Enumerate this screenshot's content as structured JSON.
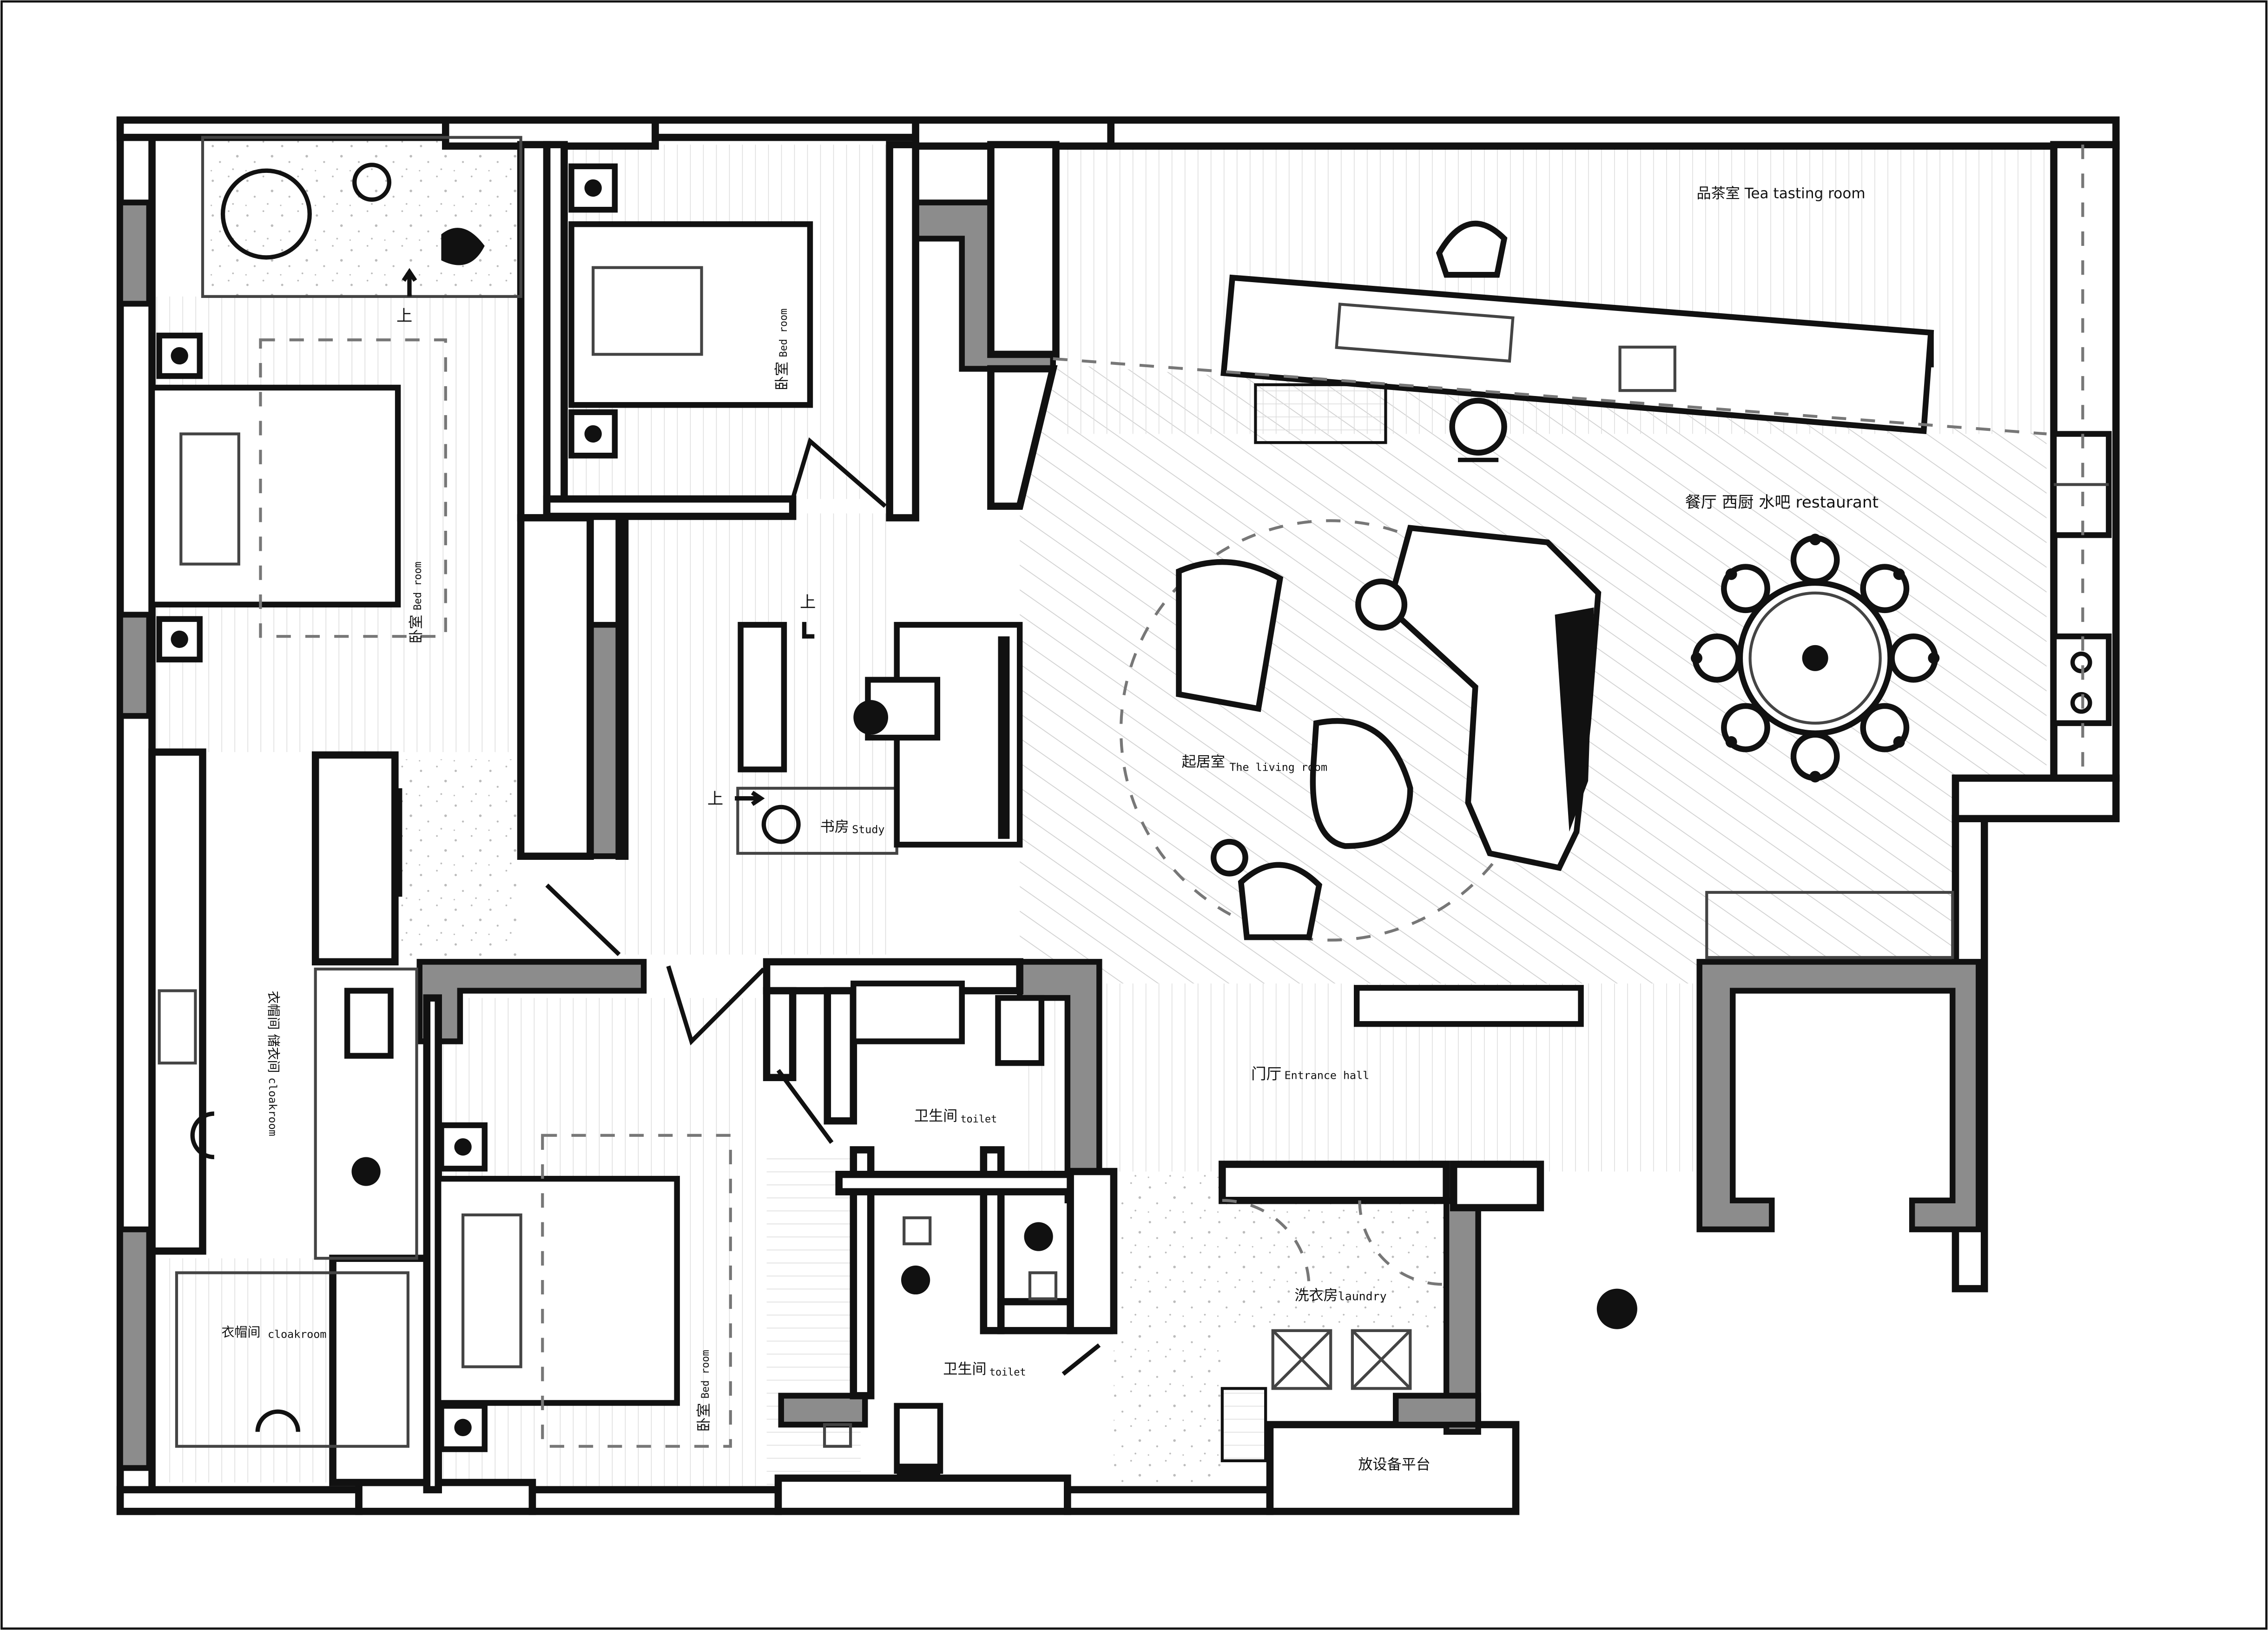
{
  "labels": {
    "tea_room": "品茶室 Tea tasting room",
    "restaurant": "餐厅 西厨 水吧  restaurant",
    "living_cn": "起居室",
    "living_en": "The living room",
    "study_cn": "书房",
    "study_en": "Study",
    "entrance_cn": "门厅",
    "entrance_en": "Entrance hall",
    "bed_cn": "卧室",
    "bed_en": "Bed room",
    "cloak1_cn": "衣帽间 储衣间",
    "cloak1_en": "cloakroom",
    "cloak2_cn": "衣帽间",
    "cloak2_en": "cloakroom",
    "toilet_cn": "卫生间",
    "toilet_en": "toilet",
    "laundry_cn": "洗衣房",
    "laundry_en": "laundry",
    "equipment": "放设备平台",
    "up": "上"
  },
  "colors": {
    "wall_fill": "#8c8c8c",
    "line": "#111111",
    "background": "#ffffff"
  }
}
